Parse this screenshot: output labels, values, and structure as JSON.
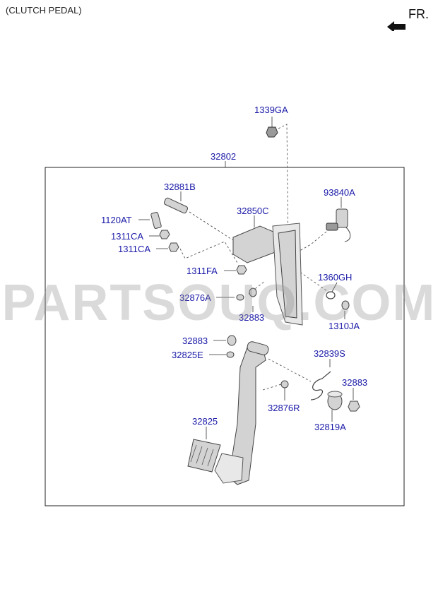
{
  "header": {
    "title": "(CLUTCH PEDAL)",
    "direction": "FR."
  },
  "watermark": "PARTSOUQ.COM",
  "colors": {
    "label": "#1a1aa8",
    "line": "#333333",
    "part_fill": "#d3d3d3"
  },
  "labels": {
    "p1339GA": "1339GA",
    "p32802": "32802",
    "p32881B": "32881B",
    "p93840A": "93840A",
    "p32850C": "32850C",
    "p1120AT": "1120AT",
    "p1311CA_1": "1311CA",
    "p1311CA_2": "1311CA",
    "p1311FA": "1311FA",
    "p1360GH": "1360GH",
    "p32876A": "32876A",
    "p32883_1": "32883",
    "p1310JA": "1310JA",
    "p32883_2": "32883",
    "p32825E": "32825E",
    "p32839S": "32839S",
    "p32883_3": "32883",
    "p32876R": "32876R",
    "p32819A": "32819A",
    "p32825": "32825"
  }
}
